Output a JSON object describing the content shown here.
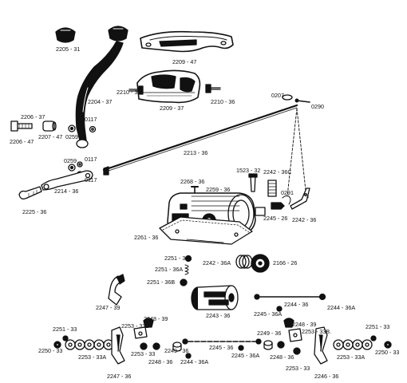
{
  "labels": {
    "l2205_31": "2205 - 31",
    "l2209_47": "2209 - 47",
    "l2210_36a": "2210 - 36",
    "l2210_36b": "2210 - 36",
    "l2209_37": "2209 - 37",
    "l2204_37": "2204 - 37",
    "l0207": "0207",
    "l0290": "0290",
    "l2206_37": "2206 - 37",
    "l2206_47": "2206 - 47",
    "l2207_47": "2207 - 47",
    "l0259a": "0259",
    "l0117a": "0117",
    "l2213_36": "2213 - 36",
    "l0259b": "0259",
    "l0117b": "0117",
    "l0117c": "0117",
    "l2214_36": "2214 - 36",
    "l2225_36": "2225 - 36",
    "l2268_36": "2268 - 36",
    "l1523_32": "1523 - 32",
    "l2242_36C": "2242 - 36C",
    "l2259_36": "2259 - 36",
    "l0291": "0291",
    "l2245_26": "2245 - 26",
    "l2242_36": "2242 - 36",
    "l2261_36": "2261 - 36",
    "l2251_36": "2251 - 36",
    "l2242_36A": "2242 - 36A",
    "l2166_26": "2166 - 26",
    "l2251_36A": "2251 - 36A",
    "l2251_36B": "2251 - 36B",
    "l2247_39": "2247 - 39",
    "l2244_36a": "2244 - 36",
    "l2244_36Aa": "2244 - 36A",
    "l2243_36": "2243 - 36",
    "l2245_36A": "2245 - 36A",
    "l2248_39a": "2248 - 39",
    "l2248_39b": "2248 - 39",
    "l2251_33a": "2251 - 33",
    "l2253_33B": "2253 - 33B",
    "l2249_36a": "2249 - 36",
    "l2253_33Ba": "2253 - 33B.",
    "l2251_33b": "2251 - 33",
    "l2250_33a": "2250 - 33",
    "l2253_33Aa": "2253 - 33A",
    "l2253_33a": "2253 - 33",
    "l2249_36b": "2249 - 36",
    "l2248_36a": "2248 - 36",
    "l2245_36": "2245 - 36",
    "l2245_36Ab": "2245 - 36A",
    "l2248_36b": "2248 - 36",
    "l2253_33b": "2253 - 33",
    "l2253_33Ab": "2253 - 33A",
    "l2250_33b": "2250 - 33",
    "l2247_36": "2247 - 36",
    "l2244_36A": "2244 - 36A",
    "l2246_36": "2246 - 36"
  }
}
